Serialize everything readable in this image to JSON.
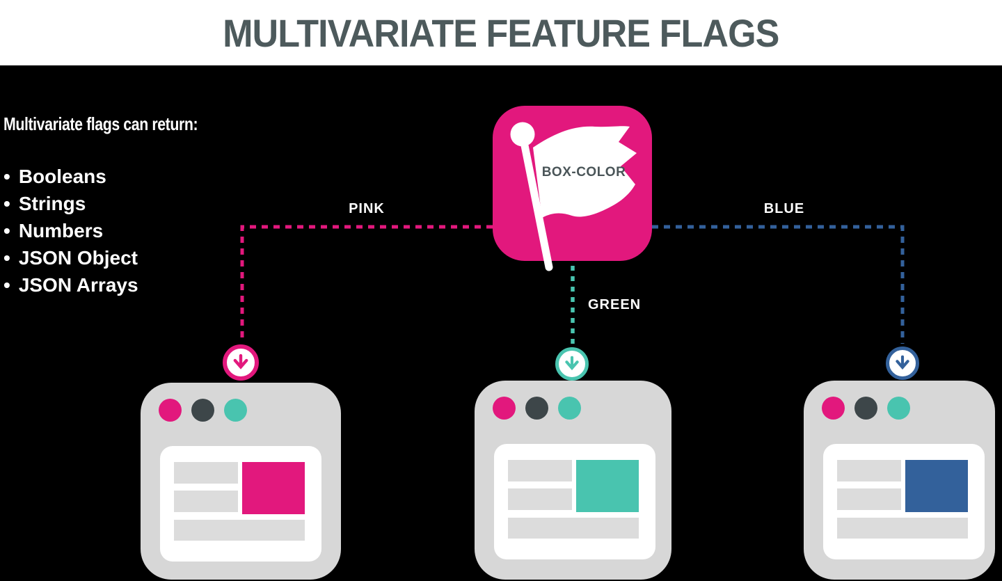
{
  "header": {
    "title": "MULTIVARIATE FEATURE FLAGS"
  },
  "left_panel": {
    "heading": "Multivariate flags can return:",
    "bullet": "•",
    "items": [
      "Booleans",
      "Strings",
      "Numbers",
      "JSON Object",
      "JSON Arrays"
    ]
  },
  "flag": {
    "label": "BOX-COLOR"
  },
  "branches": {
    "pink": {
      "label": "PINK",
      "color": "#e2187d"
    },
    "green": {
      "label": "GREEN",
      "color": "#49c4af"
    },
    "blue": {
      "label": "BLUE",
      "color": "#33619b"
    }
  },
  "colors": {
    "background": "#000000",
    "header_bg": "#ffffff",
    "title_text": "#4d5a5c",
    "pink": "#e2187d",
    "teal": "#49c4af",
    "blue": "#33619b",
    "dark_slate": "#3d4649",
    "window_gray": "#d7d7d7",
    "bar_gray": "#dcdcdc",
    "flag_text": "#4a5558",
    "white": "#ffffff"
  },
  "windows": [
    {
      "variant": "pink",
      "accent": "#e2187d"
    },
    {
      "variant": "green",
      "accent": "#49c4af"
    },
    {
      "variant": "blue",
      "accent": "#33619b"
    }
  ]
}
